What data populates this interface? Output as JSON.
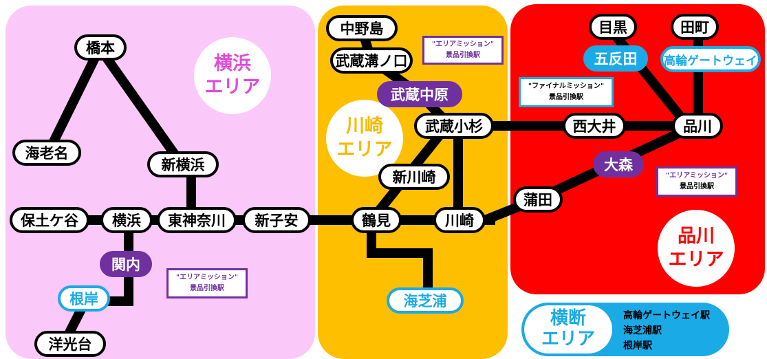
{
  "colors": {
    "yokohama_area": "#fbc8fa",
    "kawasaki_area": "#fdbf00",
    "shinagawa_area": "#ff0000",
    "line": "#000000",
    "purple_station": "#7030a0",
    "blue_station": "#1aaae6",
    "yokohama_label": "#e14ad8",
    "kawasaki_label": "#f7b900",
    "shinagawa_label": "#ff0000"
  },
  "areas": {
    "yokohama": {
      "line1": "横浜",
      "line2": "エリア"
    },
    "kawasaki": {
      "line1": "川崎",
      "line2": "エリア"
    },
    "shinagawa": {
      "line1": "品川",
      "line2": "エリア"
    }
  },
  "stations": {
    "hashimoto": "橋本",
    "ebina": "海老名",
    "shinyokohama": "新横浜",
    "hodogaya": "保土ケ谷",
    "yokohama": "横浜",
    "higashikanagawa": "東神奈川",
    "shinkoyasu": "新子安",
    "kannai": "関内",
    "negishi": "根岸",
    "yokodai": "洋光台",
    "nakanoshima": "中野島",
    "musashimizonokuchi": "武蔵溝ノ口",
    "musashinakahara": "武蔵中原",
    "musashikosugi": "武蔵小杉",
    "shinkawasaki": "新川崎",
    "tsurumi": "鶴見",
    "kawasaki": "川崎",
    "umishibaura": "海芝浦",
    "meguro": "目黒",
    "tamachi": "田町",
    "gotanda": "五反田",
    "takanawa": "高輪ゲートウェイ",
    "nishioi": "西大井",
    "shinagawa": "品川",
    "omori": "大森",
    "kamata": "蒲田"
  },
  "notes": {
    "area_mission_title": "\"エリアミッション\"",
    "final_mission_title": "\"ファイナルミッション\"",
    "prize_station": "景品引換駅"
  },
  "cross_area": {
    "line1": "横断",
    "line2": "エリア",
    "stations": [
      "高輪ゲートウェイ駅",
      "海芝浦駅",
      "根岸駅"
    ]
  }
}
